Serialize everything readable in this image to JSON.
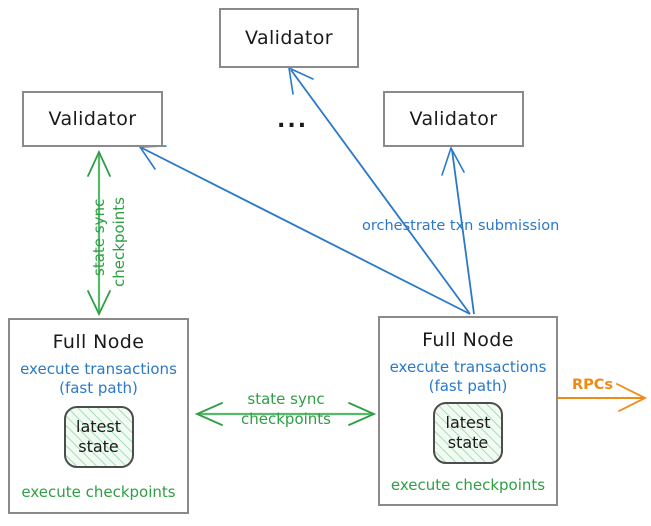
{
  "diagram": {
    "title": "Validator and Full Node network topology",
    "colors": {
      "blue": "#2a79c9",
      "green": "#2f9e44",
      "orange": "#ef8b14",
      "box_border": "#8a8a8a",
      "text": "#1a1a1a",
      "state_fill": "#f2fbf3"
    },
    "nodes": {
      "validator_top": {
        "label": "Validator"
      },
      "validator_left": {
        "label": "Validator"
      },
      "validator_right": {
        "label": "Validator"
      },
      "ellipsis": {
        "label": "..."
      },
      "fullnode_left": {
        "title": "Full Node",
        "blue_line1": "execute transactions",
        "blue_line2": "(fast path)",
        "state_line1": "latest",
        "state_line2": "state",
        "green_label": "execute checkpoints"
      },
      "fullnode_right": {
        "title": "Full Node",
        "blue_line1": "execute transactions",
        "blue_line2": "(fast path)",
        "state_line1": "latest",
        "state_line2": "state",
        "green_label": "execute checkpoints"
      }
    },
    "edge_labels": {
      "orchestrate": "orchestrate txn submission",
      "state_sync_vertical_line1": "state sync",
      "state_sync_vertical_line2": "checkpoints",
      "state_sync_mid_line1": "state sync",
      "state_sync_mid_line2": "checkpoints",
      "rpcs": "RPCs"
    }
  }
}
